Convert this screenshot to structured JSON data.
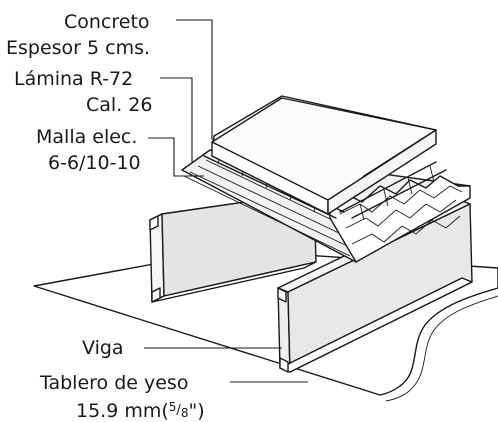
{
  "labels": {
    "concreto": "Concreto",
    "espesor": "Espesor 5 cms.",
    "lamina": "Lámina R-72",
    "calibre": "Cal. 26",
    "malla": "Malla elec.",
    "malla_spec": "6-6/10-10",
    "viga": "Viga",
    "tablero": "Tablero de yeso",
    "tablero_size": "15.9 mm(",
    "fraction_num": "5",
    "fraction_sep": "/",
    "fraction_den": "8",
    "tablero_close": "\")"
  },
  "colors": {
    "line": "#1a1a1a",
    "board_fill": "#ffffff",
    "beam_face": "#eeeeee",
    "beam_front": "#f6f6f6",
    "slab_top": "#fbfbfb",
    "deck_fill": "#f2f2f2"
  }
}
